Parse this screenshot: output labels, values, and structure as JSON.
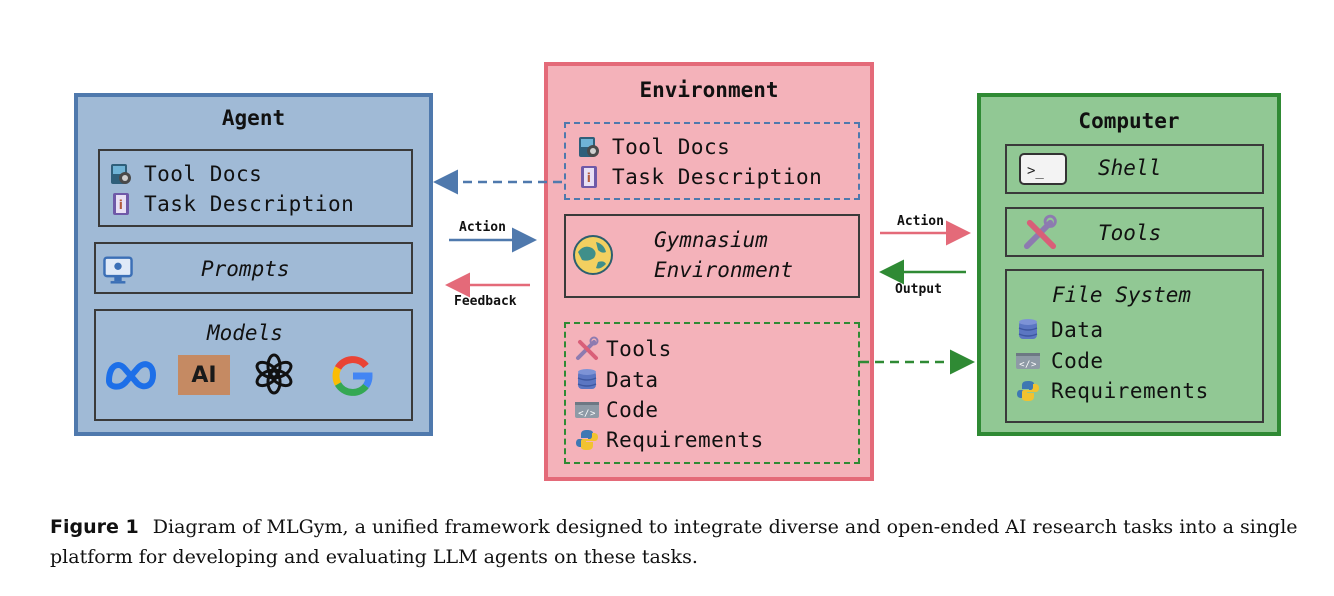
{
  "agent": {
    "title": "Agent",
    "docs": [
      "Tool Docs",
      "Task Description"
    ],
    "prompts": "Prompts",
    "models_title": "Models",
    "models": [
      "meta-logo",
      "anthropic-logo",
      "openai-logo",
      "google-logo"
    ],
    "anthropic_text": "AI"
  },
  "environment": {
    "title": "Environment",
    "docs": [
      "Tool Docs",
      "Task Description"
    ],
    "gym_line1": "Gymnasium",
    "gym_line2": "Environment",
    "resources": [
      "Tools",
      "Data",
      "Code",
      "Requirements"
    ]
  },
  "computer": {
    "title": "Computer",
    "shell": "Shell",
    "tools": "Tools",
    "fs_title": "File System",
    "fs_items": [
      "Data",
      "Code",
      "Requirements"
    ]
  },
  "arrows": {
    "left_action": "Action",
    "left_feedback": "Feedback",
    "right_action": "Action",
    "right_output": "Output"
  },
  "caption": {
    "label": "Figure 1",
    "text": "Diagram of MLGym, a unified framework designed to integrate diverse and open-ended AI research tasks into a single platform for developing and evaluating LLM agents on these tasks."
  },
  "colors": {
    "agent_fill": "#a0bad6",
    "agent_border": "#4f79ad",
    "env_fill": "#f4b2ba",
    "env_border": "#e46a79",
    "computer_fill": "#91c894",
    "computer_border": "#2f8a34"
  }
}
